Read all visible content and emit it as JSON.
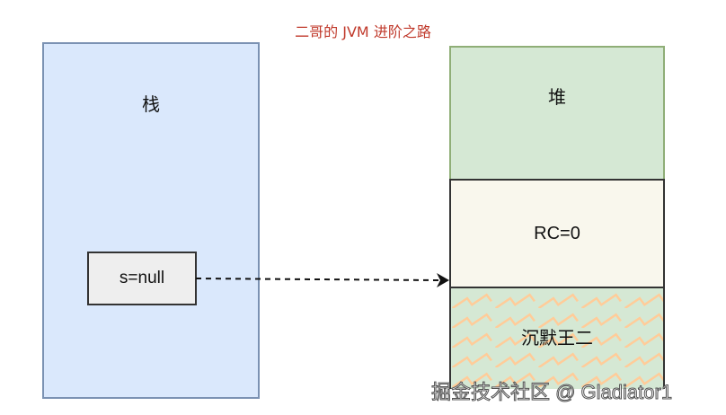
{
  "title": "二哥的 JVM 进阶之路",
  "stack": {
    "label": "栈",
    "variable": "s=null"
  },
  "heap": {
    "label": "堆",
    "object_header": "RC=0",
    "object_body": "沉默王二"
  },
  "reference_arrow": {
    "from": "s=null",
    "to": "RC=0",
    "style": "dashed"
  },
  "watermark": "掘金技术社区 @ Gladiator1",
  "colors": {
    "title": "#c0392b",
    "stack_fill": "#dae8fc",
    "stack_border": "#7b92b3",
    "heap_fill": "#d5e8d4",
    "heap_border": "#8fae77",
    "object_fill": "#f9f7ed",
    "pattern_stroke": "#ffcc99"
  }
}
